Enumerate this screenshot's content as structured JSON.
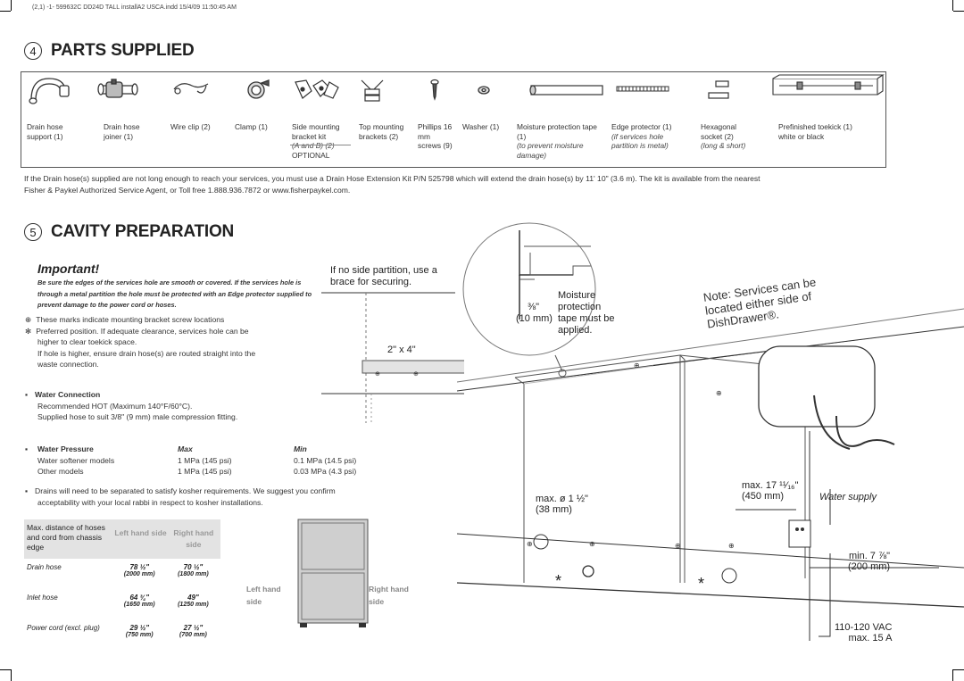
{
  "header": {
    "file_line": "(2,1) -1- 599632C DD24D TALL installA2 USCA.indd 15/4/09 11:50:45 AM"
  },
  "section4": {
    "number": "4",
    "title": "PARTS SUPPLIED",
    "parts": [
      {
        "name": "Drain hose support (1)",
        "icon": "drain-hose-support-icon"
      },
      {
        "name": "Drain hose joiner (1)",
        "icon": "drain-hose-joiner-icon"
      },
      {
        "name": "Wire clip (2)",
        "icon": "wire-clip-icon"
      },
      {
        "name": "Clamp (1)",
        "icon": "clamp-icon"
      },
      {
        "name": "Side mounting bracket kit",
        "note": "(A and B) (2)",
        "icon": "side-mounting-bracket-icon"
      },
      {
        "name": "Top mounting brackets (2)",
        "icon": "top-mounting-bracket-icon"
      },
      {
        "name": "Phillips 16 mm screws (9)",
        "icon": "screw-icon"
      },
      {
        "name": "Washer (1)",
        "icon": "washer-icon"
      },
      {
        "name": "Moisture protection tape (1)",
        "note": "(to prevent moisture damage)",
        "icon": "moisture-tape-icon"
      },
      {
        "name": "Edge protector (1)",
        "note": "(if services hole partition is metal)",
        "icon": "edge-protector-icon"
      },
      {
        "name": "Hexagonal socket (2)",
        "note": "(long & short)",
        "icon": "hex-socket-icon"
      },
      {
        "name": "Prefinished toekick (1) white or black",
        "icon": "toekick-icon"
      }
    ],
    "optional_label": "OPTIONAL",
    "footnote_line1": "If the Drain hose(s) supplied are not long enough to reach your services, you must use a Drain Hose Extension Kit P/N 525798 which will extend the drain hose(s) by 11' 10\" (3.6 m). The kit is available from the nearest",
    "footnote_line2": "Fisher & Paykel Authorized Service Agent, or Toll free 1.888.936.7872 or www.fisherpaykel.com."
  },
  "section5": {
    "number": "5",
    "title": "CAVITY PREPARATION",
    "important_title": "Important!",
    "important_text": "Be sure the edges of the services hole are smooth or covered. If the services hole is through a metal partition the hole must be protected with an Edge protector supplied to prevent damage to the power cord or hoses.",
    "legend_mount": "These marks indicate mounting bracket screw locations",
    "legend_pref_1": "Preferred position. If adequate clearance, services hole can be",
    "legend_pref_2": "higher to clear toekick space.",
    "legend_pref_3": "If hole is higher, ensure drain hose(s) are routed straight into the",
    "legend_pref_4": "waste connection.",
    "water_connection_title": "Water Connection",
    "water_connection_1": "Recommended HOT (Maximum 140°F/60°C).",
    "water_connection_2": "Supplied hose to suit 3/8\" (9 mm) male compression fitting.",
    "water_pressure": {
      "title": "Water Pressure",
      "max_label": "Max",
      "min_label": "Min",
      "rows": [
        {
          "label": "Water softener models",
          "max": "1 MPa (145 psi)",
          "min": "0.1 MPa (14.5 psi)"
        },
        {
          "label": "Other models",
          "max": "1 MPa (145 psi)",
          "min": "0.03 MPa (4.3 psi)"
        }
      ]
    },
    "kosher_1": "Drains will need to be separated to satisfy kosher requirements. We suggest you confirm",
    "kosher_2": "acceptability with your local rabbi in respect to kosher installations.",
    "distance_table": {
      "header": "Max. distance of hoses and cord from chassis edge",
      "left_col": "Left hand side",
      "right_col": "Right hand side",
      "rows": [
        {
          "label": "Drain hose",
          "left": "78 ½\"",
          "left_mm": "(2000 mm)",
          "right": "70 ½\"",
          "right_mm": "(1800 mm)"
        },
        {
          "label": "Inlet hose",
          "left": "64 ¾\"",
          "left_mm": "(1650 mm)",
          "right": "49\"",
          "right_mm": "(1250 mm)"
        },
        {
          "label": "Power cord (excl. plug)",
          "left": "29 ½\"",
          "left_mm": "(750 mm)",
          "right": "27 ½\"",
          "right_mm": "(700 mm)"
        }
      ]
    },
    "left_hand_side": "Left hand side",
    "right_hand_side": "Right hand side",
    "partition_note": "If no side partition, use a brace for securing.",
    "brace_size": "2\" x 4\"",
    "tape_dim": "⅜\"",
    "tape_dim_mm": "(10 mm)",
    "tape_note": "Moisture protection tape must be applied.",
    "services_note": "Note: Services can be located either side of DishDrawer®.",
    "hole_dim": "max. ø 1 ½\"",
    "hole_dim_mm": "(38 mm)",
    "max_dim": "max. 17 ¹¹⁄₁₆\"",
    "max_dim_mm": "(450 mm)",
    "water_supply": "Water supply",
    "min_dim": "min. 7 ⅞\"",
    "min_dim_mm": "(200 mm)",
    "voltage": "110-120 VAC",
    "amps": "max. 15 A"
  }
}
